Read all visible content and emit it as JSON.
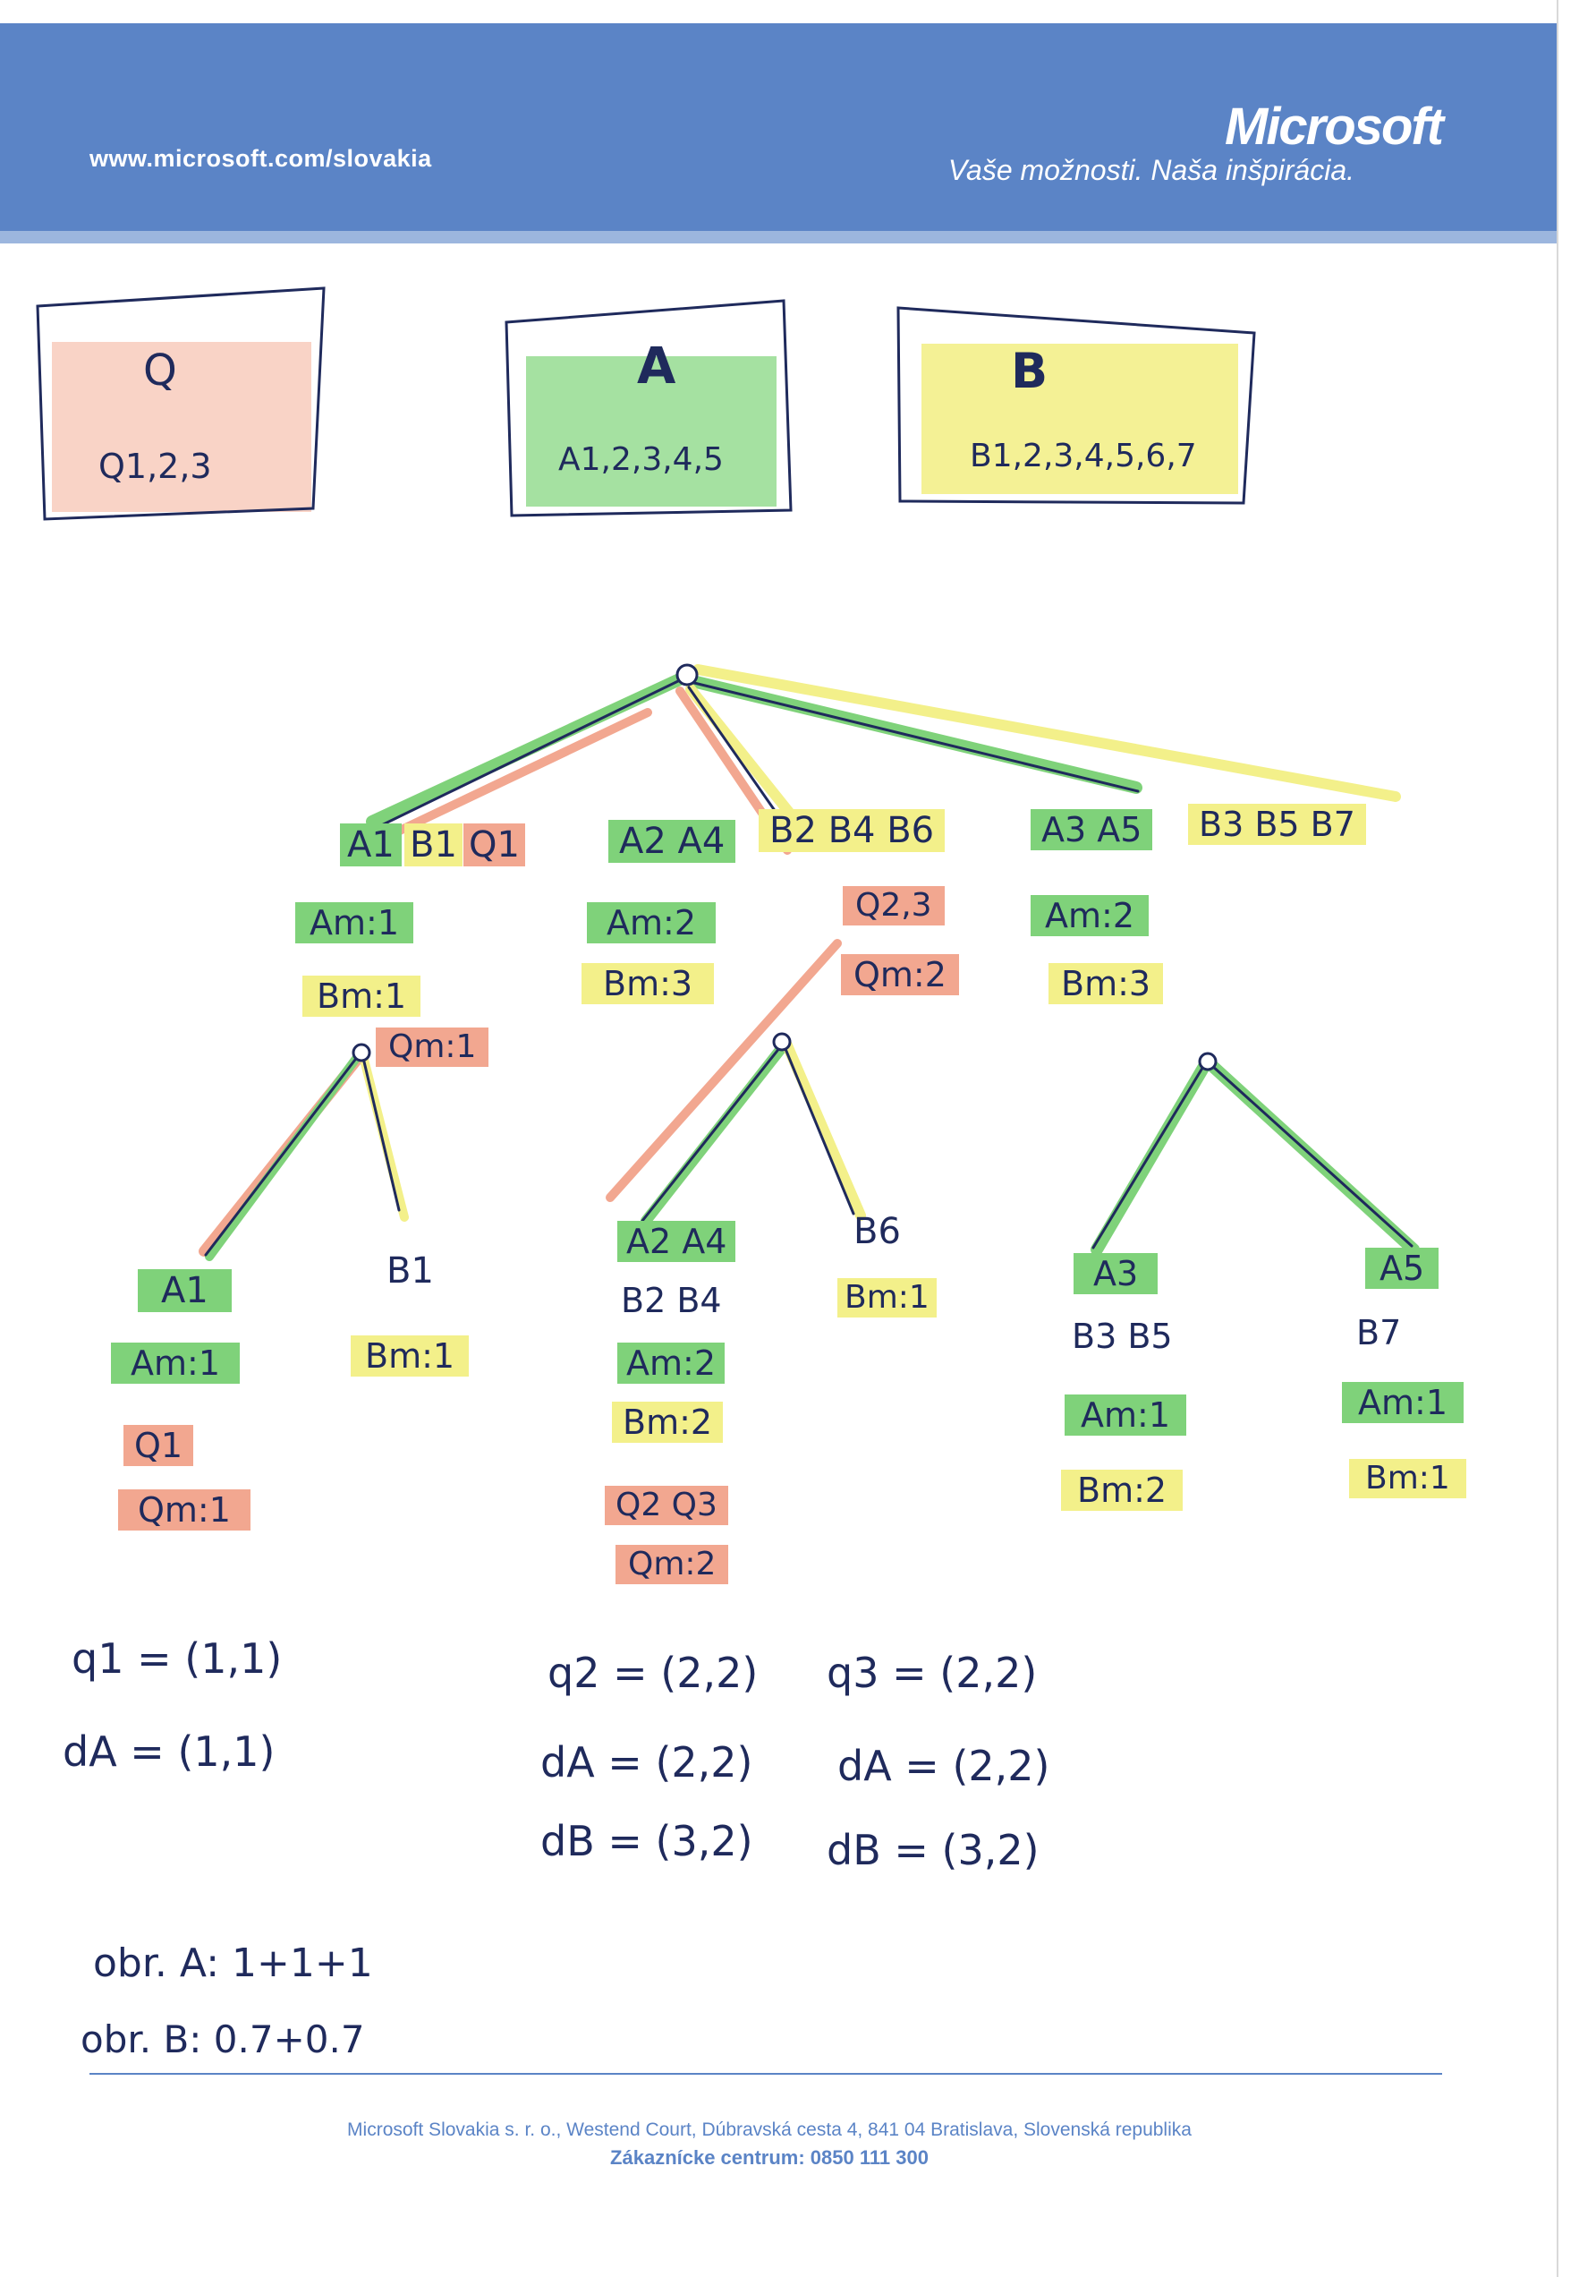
{
  "header": {
    "url": "www.microsoft.com/slovakia",
    "logo": "Microsoft",
    "tagline": "Vaše možnosti. Naša inšpirácia."
  },
  "boxes": {
    "q": {
      "title": "Q",
      "items": "Q1,2,3"
    },
    "a": {
      "title": "A",
      "items": "A1,2,3,4,5"
    },
    "b": {
      "title": "B",
      "items": "B1,2,3,4,5,6,7"
    }
  },
  "tree": {
    "level1": {
      "left": {
        "items": [
          "A1",
          "B1",
          "Q1"
        ],
        "am": "Am:1",
        "bm": "Bm:1",
        "qm": "Qm:1"
      },
      "middle": {
        "items": [
          "A2 A4",
          "B2 B4 B6"
        ],
        "am": "Am:2",
        "bm": "Bm:3",
        "q": "Q2,3",
        "qm": "Qm:2"
      },
      "right": {
        "items": [
          "A3 A5",
          "B3 B5 B7"
        ],
        "am": "Am:2",
        "bm": "Bm:3"
      }
    },
    "level2": {
      "n1": {
        "label": "A1",
        "am": "Am:1",
        "q": "Q1",
        "qm": "Qm:1"
      },
      "n2": {
        "label": "B1",
        "bm": "Bm:1"
      },
      "n3": {
        "line1": "A2 A4",
        "line2": "B2 B4",
        "am": "Am:2",
        "bm": "Bm:2",
        "q": "Q2 Q3",
        "qm": "Qm:2"
      },
      "n4": {
        "label": "B6",
        "bm": "Bm:1"
      },
      "n5": {
        "line1": "A3",
        "line2": "B3 B5",
        "am": "Am:1",
        "bm": "Bm:2"
      },
      "n6": {
        "line1": "A5",
        "line2": "B7",
        "am": "Am:1",
        "bm": "Bm:1"
      }
    }
  },
  "results": {
    "q1": "q1 = (1,1)",
    "dA1": "dA = (1,1)",
    "q2": "q2 = (2,2)",
    "q3": "q3 = (2,2)",
    "dA2": "dA = (2,2)",
    "dA3": "dA = (2,2)",
    "dB2": "dB = (3,2)",
    "dB3": "dB = (3,2)",
    "obrA": "obr. A: 1+1+1",
    "obrB": "obr. B: 0.7+0.7"
  },
  "footer": {
    "address": "Microsoft Slovakia s. r. o., Westend Court, Dúbravská cesta 4, 841 04 Bratislava, Slovenská republika",
    "support": "Zákaznícke centrum: 0850 111 300"
  },
  "colors": {
    "header": "#5b84c6",
    "ink": "#1f2a5c",
    "green": "#7fd27a",
    "yellow": "#f3f08a",
    "red": "#f2a790"
  }
}
